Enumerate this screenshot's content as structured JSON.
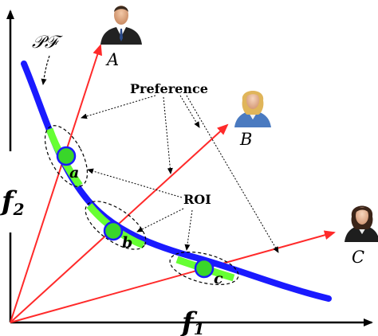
{
  "labels": {
    "pf": "𝒫ℱ",
    "preference": "Preference",
    "roi": "ROI",
    "f1": "f",
    "f1_sub": "1",
    "f2": "f",
    "f2_sub": "2"
  },
  "decision_makers": [
    {
      "label": "A",
      "icon": "businessman-icon"
    },
    {
      "label": "B",
      "icon": "businesswoman-icon"
    },
    {
      "label": "C",
      "icon": "businesswoman-icon"
    }
  ],
  "roi_points": [
    {
      "label": "a"
    },
    {
      "label": "b"
    },
    {
      "label": "c"
    }
  ],
  "colors": {
    "pareto_front": "#1a1aff",
    "roi_band": "#66ff33",
    "roi_point_fill": "#39d62a",
    "roi_point_stroke": "#1a1aff",
    "preference_ray": "#ff2a2a",
    "axis": "#000000",
    "annotation": "#000000"
  }
}
